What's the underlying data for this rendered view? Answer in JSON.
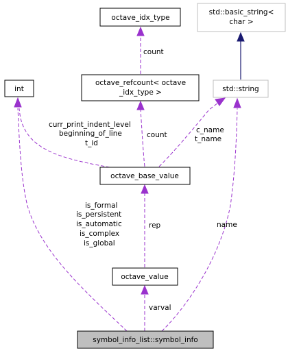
{
  "nodes": {
    "octave_idx_type": {
      "label": "octave_idx_type",
      "style": "normal"
    },
    "basic_string": {
      "lines": [
        "std::basic_string<",
        "char >"
      ],
      "style": "external"
    },
    "int": {
      "label": "int",
      "style": "normal"
    },
    "refcount": {
      "lines": [
        "octave_refcount< octave",
        "_idx_type >"
      ],
      "style": "normal"
    },
    "std_string": {
      "label": "std::string",
      "style": "external"
    },
    "base_value": {
      "label": "octave_base_value",
      "style": "normal"
    },
    "octave_value": {
      "label": "octave_value",
      "style": "normal"
    },
    "symbol_info": {
      "label": "symbol_info_list::symbol_info",
      "style": "highlighted"
    }
  },
  "edges": {
    "count_to_idx": {
      "label": "count",
      "kind": "usage"
    },
    "inherit_string": {
      "kind": "inheritance"
    },
    "refcount_to_base": {
      "label": "count",
      "kind": "usage"
    },
    "int_to_base": {
      "lines": [
        "curr_print_indent_level",
        "beginning_of_line",
        "t_id"
      ],
      "kind": "usage"
    },
    "string_to_base": {
      "lines": [
        "c_name",
        "t_name"
      ],
      "kind": "usage"
    },
    "base_to_value": {
      "label": "rep",
      "kind": "usage"
    },
    "int_to_symbol": {
      "lines": [
        "is_formal",
        "is_persistent",
        "is_automatic",
        "is_complex",
        "is_global"
      ],
      "kind": "usage"
    },
    "string_to_symbol": {
      "label": "name",
      "kind": "usage"
    },
    "value_to_symbol": {
      "label": "varval",
      "kind": "usage"
    }
  },
  "colors": {
    "usage_edge": "#9a32cd",
    "inheritance_edge": "#191970",
    "node_border": "#000000",
    "external_border": "#bfbfbf",
    "highlight_fill": "#bfbfbf",
    "node_fill": "#ffffff"
  }
}
